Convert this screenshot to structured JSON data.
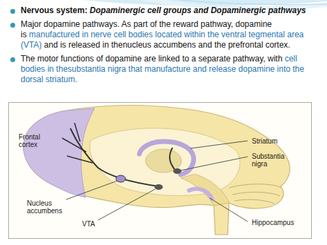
{
  "diagram": {
    "labels": [
      "Nervous system:",
      "Dopaminergic cell groups and Dopaminergic pathways",
      "Major dopamine pathways. As part of the reward pathway, dopamine is",
      "manufactured in nerve cell bodies located within the ventral tegmental area (VTA)",
      "and is released in thenucleus accumbens and the prefrontal cortex.",
      "The motor functions of dopamine are linked to a separate pathway, with",
      "cell bodies in thesubstantia nigra that manufacture and release dopamine into the dorsal striatum.",
      "Frontal cortex",
      "Striatum",
      "Substantia nigra",
      "Nucleus accumbens",
      "VTA",
      "Hippocampus"
    ]
  }
}
